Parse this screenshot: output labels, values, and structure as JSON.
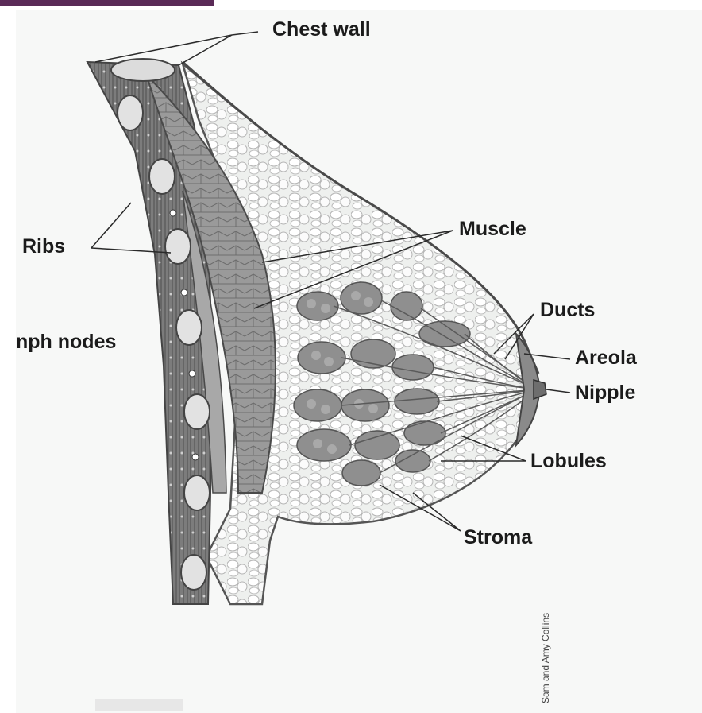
{
  "labels": {
    "chest_wall": "Chest wall",
    "ribs": "Ribs",
    "lymph_nodes": "nph nodes",
    "muscle": "Muscle",
    "ducts": "Ducts",
    "areola": "Areola",
    "nipple": "Nipple",
    "lobules": "Lobules",
    "stroma": "Stroma"
  },
  "credit": "Sam and Amy Collins",
  "colors": {
    "accent": "#5a2a57",
    "background": "#f7f8f7",
    "tissue_dark": "#8e8e8e",
    "tissue_light": "#e4e4e4",
    "outline": "#5a5a5a",
    "label_text": "#1b1b1b"
  }
}
